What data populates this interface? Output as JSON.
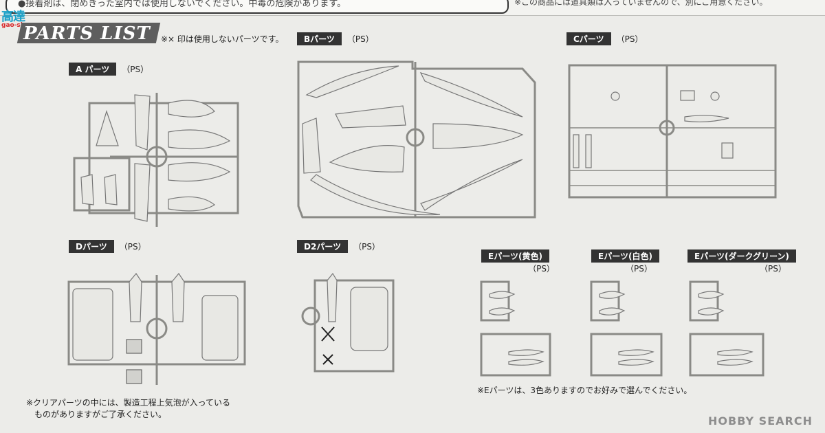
{
  "header": {
    "warning_text": "●接着剤は、閉めきった室内では使用しないでください。中毒の危険があります。",
    "right_note": "※この商品には道具類は入っていませんので、別にご用意ください。",
    "logo_top": "高達",
    "logo_url": "gao-shou.com"
  },
  "title": {
    "parts_list": "PARTS LIST",
    "unused_note": "※× 印は使用しないパーツです。"
  },
  "sprues": [
    {
      "id": "A",
      "label": "A パーツ",
      "material": "（PS）"
    },
    {
      "id": "B",
      "label": "Bパーツ",
      "material": "（PS）"
    },
    {
      "id": "C",
      "label": "Cパーツ",
      "material": "（PS）"
    },
    {
      "id": "D",
      "label": "Dパーツ",
      "material": "（PS）"
    },
    {
      "id": "D2",
      "label": "D2パーツ",
      "material": "（PS）"
    },
    {
      "id": "E-yellow",
      "label": "Eパーツ(黄色)",
      "material": "（PS）"
    },
    {
      "id": "E-white",
      "label": "Eパーツ(白色)",
      "material": "（PS）"
    },
    {
      "id": "E-green",
      "label": "Eパーツ(ダークグリーン)",
      "material": "（PS）"
    }
  ],
  "notes": {
    "clear_parts_line1": "※クリアパーツの中には、製造工程上気泡が入っている",
    "clear_parts_line2": "ものがありますがご了承ください。",
    "e_parts": "※Eパーツは、3色ありますのでお好みで選んでください。"
  },
  "watermark": "HOBBY SEARCH"
}
